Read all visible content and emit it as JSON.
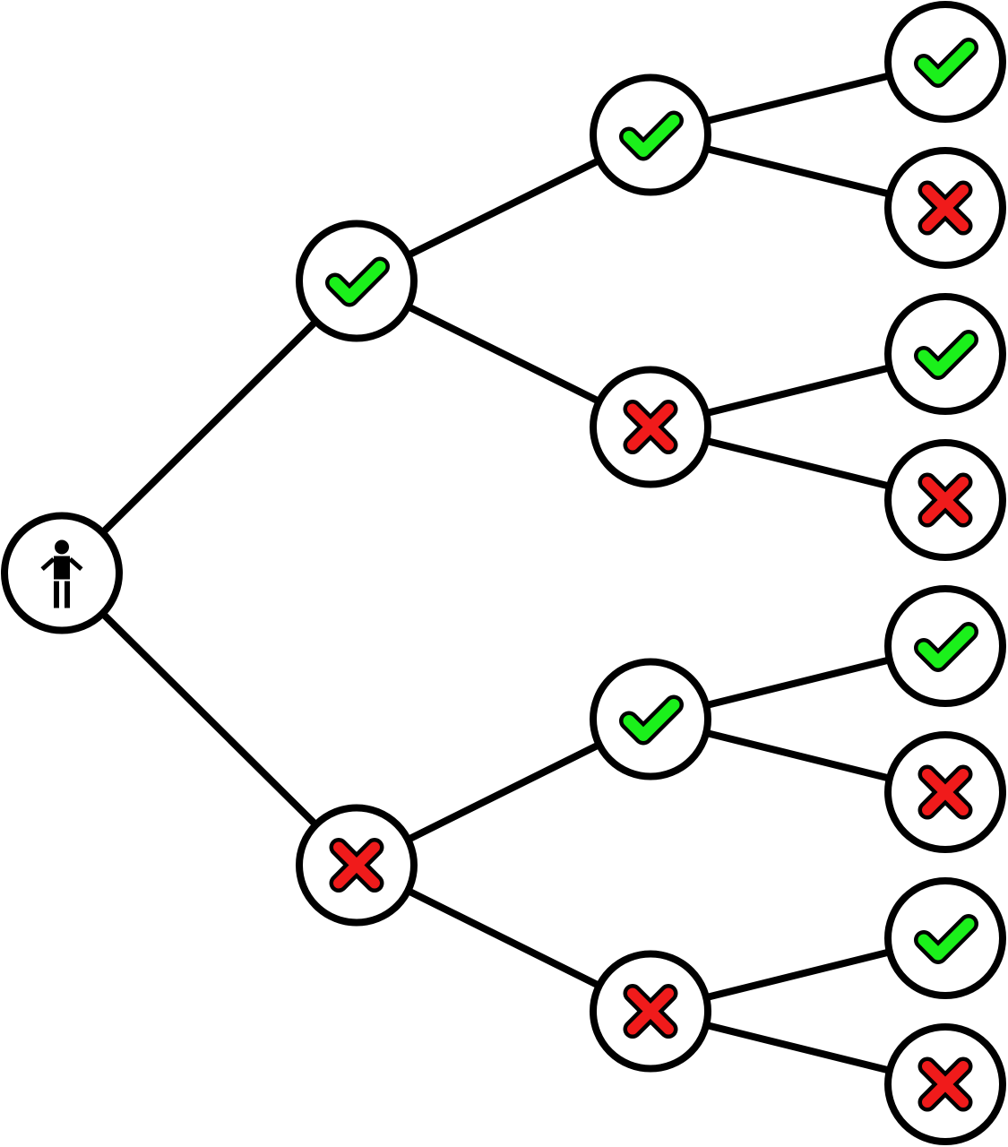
{
  "colors": {
    "background": "#ffffff",
    "stroke": "#000000",
    "success": "#1bf01b",
    "failure": "#f01b1b"
  },
  "root": {
    "icon": "person-icon"
  },
  "tree": {
    "outcome": "root",
    "children": [
      {
        "outcome": "success",
        "children": [
          {
            "outcome": "success",
            "children": [
              {
                "outcome": "success"
              },
              {
                "outcome": "failure"
              }
            ]
          },
          {
            "outcome": "failure",
            "children": [
              {
                "outcome": "success"
              },
              {
                "outcome": "failure"
              }
            ]
          }
        ]
      },
      {
        "outcome": "failure",
        "children": [
          {
            "outcome": "success",
            "children": [
              {
                "outcome": "success"
              },
              {
                "outcome": "failure"
              }
            ]
          },
          {
            "outcome": "failure",
            "children": [
              {
                "outcome": "success"
              },
              {
                "outcome": "failure"
              }
            ]
          }
        ]
      }
    ]
  },
  "icons": {
    "success": "check-icon",
    "failure": "cross-icon"
  }
}
